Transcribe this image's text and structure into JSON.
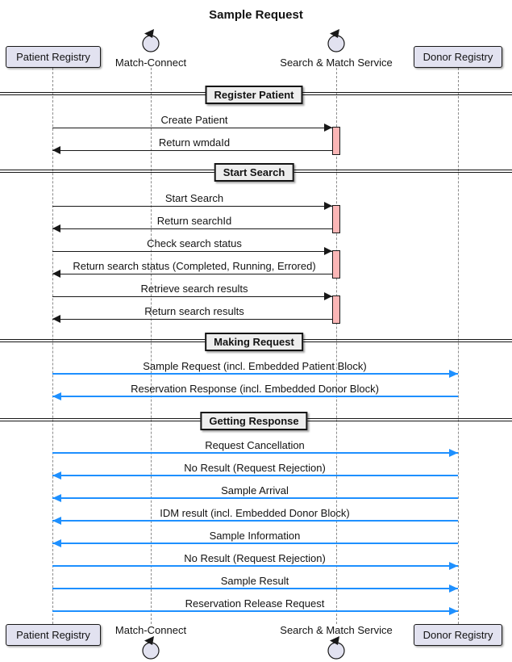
{
  "title": "Sample Request",
  "colors": {
    "participant_fill": "#E2E2F0",
    "participant_border": "#181818",
    "divider_fill": "#EEEEEE",
    "activation_fill": "#FBB6B6",
    "black_message": "#181818",
    "blue_message": "#1E90FF",
    "lifeline": "#8C8C8C"
  },
  "participants": [
    {
      "name": "Patient Registry",
      "type": "box"
    },
    {
      "name": "Match-Connect",
      "type": "control"
    },
    {
      "name": "Search & Match Service",
      "type": "control"
    },
    {
      "name": "Donor Registry",
      "type": "box"
    }
  ],
  "sections": [
    {
      "label": "Register Patient",
      "messages": [
        {
          "label": "Create Patient",
          "dir": "right",
          "color": "black",
          "from": "Patient Registry",
          "to": "Search & Match Service"
        },
        {
          "label": "Return wmdaId",
          "dir": "left",
          "color": "black",
          "from": "Search & Match Service",
          "to": "Patient Registry"
        }
      ]
    },
    {
      "label": "Start Search",
      "messages": [
        {
          "label": "Start Search",
          "dir": "right",
          "color": "black",
          "from": "Patient Registry",
          "to": "Search & Match Service"
        },
        {
          "label": "Return searchId",
          "dir": "left",
          "color": "black",
          "from": "Search & Match Service",
          "to": "Patient Registry"
        },
        {
          "label": "Check search status",
          "dir": "right",
          "color": "black",
          "from": "Patient Registry",
          "to": "Search & Match Service"
        },
        {
          "label": "Return search status (Completed, Running, Errored)",
          "dir": "left",
          "color": "black",
          "from": "Search & Match Service",
          "to": "Patient Registry"
        },
        {
          "label": "Retrieve search results",
          "dir": "right",
          "color": "black",
          "from": "Patient Registry",
          "to": "Search & Match Service"
        },
        {
          "label": "Return search results",
          "dir": "left",
          "color": "black",
          "from": "Search & Match Service",
          "to": "Patient Registry"
        }
      ]
    },
    {
      "label": "Making Request",
      "messages": [
        {
          "label": "Sample Request (incl. Embedded Patient Block)",
          "dir": "right",
          "color": "blue",
          "from": "Patient Registry",
          "to": "Donor Registry"
        },
        {
          "label": "Reservation Response (incl. Embedded Donor Block)",
          "dir": "left",
          "color": "blue",
          "from": "Donor Registry",
          "to": "Patient Registry"
        }
      ]
    },
    {
      "label": "Getting Response",
      "messages": [
        {
          "label": "Request Cancellation",
          "dir": "right",
          "color": "blue",
          "from": "Patient Registry",
          "to": "Donor Registry"
        },
        {
          "label": "No Result (Request Rejection)",
          "dir": "left",
          "color": "blue",
          "from": "Donor Registry",
          "to": "Patient Registry"
        },
        {
          "label": "Sample Arrival",
          "dir": "left",
          "color": "blue",
          "from": "Donor Registry",
          "to": "Patient Registry"
        },
        {
          "label": "IDM result (incl. Embedded Donor Block)",
          "dir": "left",
          "color": "blue",
          "from": "Donor Registry",
          "to": "Patient Registry"
        },
        {
          "label": "Sample Information",
          "dir": "left",
          "color": "blue",
          "from": "Donor Registry",
          "to": "Patient Registry"
        },
        {
          "label": "No Result (Request Rejection)",
          "dir": "right",
          "color": "blue",
          "from": "Patient Registry",
          "to": "Donor Registry"
        },
        {
          "label": "Sample Result",
          "dir": "right",
          "color": "blue",
          "from": "Patient Registry",
          "to": "Donor Registry"
        },
        {
          "label": "Reservation Release Request",
          "dir": "right",
          "color": "blue",
          "from": "Patient Registry",
          "to": "Donor Registry"
        }
      ]
    }
  ]
}
